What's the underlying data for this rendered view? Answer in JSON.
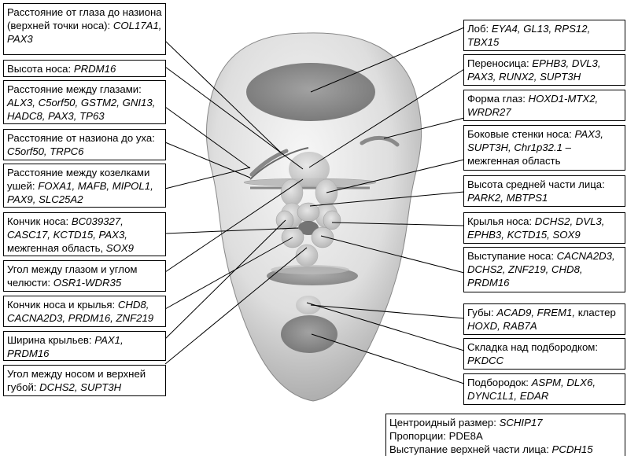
{
  "colors": {
    "face_light": "#f1f1f1",
    "face_mid": "#cfcfcf",
    "face_dark": "#8a8a8a",
    "region_red": "#8f8f8f",
    "region_gray": "#c9c9c9",
    "line": "#000000"
  },
  "left_labels": [
    {
      "id": "nasion_eye",
      "label": "Расстояние от глаза до назиона (верхней точки носа): ",
      "genes": "COL17A1, PAX3"
    },
    {
      "id": "nose_height",
      "label": "Высота носа: ",
      "genes": "PRDM16"
    },
    {
      "id": "interocular",
      "label": "Расстояние между глазами: ",
      "genes": "ALX3, C5orf50, GSTM2, GNI13, HADC8, PAX3, TP63"
    },
    {
      "id": "nasion_ear",
      "label": "Расстояние от назиона до уха: ",
      "genes": "C5orf50, TRPC6"
    },
    {
      "id": "tragion",
      "label": "Расстояние между козелками ушей: ",
      "genes": "FOXA1, MAFB, MIPOL1, PAX9, SLC25A2"
    },
    {
      "id": "nose_tip",
      "label": "Кончик носа: ",
      "genes": "BC039327, CASC17, KCTD15, PAX3, ",
      "tail": "межгенная область, ",
      "tail_genes": "SOX9"
    },
    {
      "id": "eye_jaw",
      "label": "Угол между глазом и углом челюсти: ",
      "genes": "OSR1-WDR35"
    },
    {
      "id": "tip_alae",
      "label": "Кончик носа и крылья: ",
      "genes": "CHD8, CACNA2D3, PRDM16, ZNF219"
    },
    {
      "id": "ala_width",
      "label": "Ширина крыльев: ",
      "genes": "PAX1, PRDM16"
    },
    {
      "id": "nose_lip",
      "label": "Угол между носом и верхней губой: ",
      "genes": "DCHS2, SUPT3H"
    }
  ],
  "right_labels": [
    {
      "id": "forehead",
      "label": "Лоб: ",
      "genes": "EYA4, GL13, RPS12, TBX15"
    },
    {
      "id": "nose_bridge",
      "label": "Переносица: ",
      "genes": "EPHB3, DVL3, PAX3, RUNX2, SUPT3H"
    },
    {
      "id": "eye_shape",
      "label": "Форма глаз: ",
      "genes": "HOXD1-MTX2, WRDR27"
    },
    {
      "id": "nose_walls",
      "label": "Боковые стенки носа: ",
      "genes": "PAX3, SUPT3H, Chr1p32.1",
      "tail": " – межгенная область"
    },
    {
      "id": "midface",
      "label": "Высота средней части лица: ",
      "genes": "PARK2, MBTPS1"
    },
    {
      "id": "alae",
      "label": "Крылья носа: ",
      "genes": "DCHS2, DVL3, EPHB3, KCTD15, SOX9"
    },
    {
      "id": "nose_protrusion",
      "label": "Выступание носа: ",
      "genes": "CACNA2D3, DCHS2, ZNF219, CHD8, PRDM16"
    },
    {
      "id": "lips",
      "label": "Губы: ",
      "genes": "ACAD9, FREM1, ",
      "tail": "кластер ",
      "tail_genes": "HOXD, RAB7A"
    },
    {
      "id": "chin_fold",
      "label": "Складка над подбородком: ",
      "genes": "PKDCC"
    },
    {
      "id": "chin",
      "label": "Подбородок: ",
      "genes": "ASPM, DLX6, DYNC1L1, EDAR"
    }
  ],
  "bottom_box": {
    "line1_label": "Центроидный размер: ",
    "line1_genes": "SCHIP17",
    "line2_label": "Пропорции: PDE8A",
    "line3_label": "Выступание верхней части лица: ",
    "line3_genes": "PCDH15"
  }
}
